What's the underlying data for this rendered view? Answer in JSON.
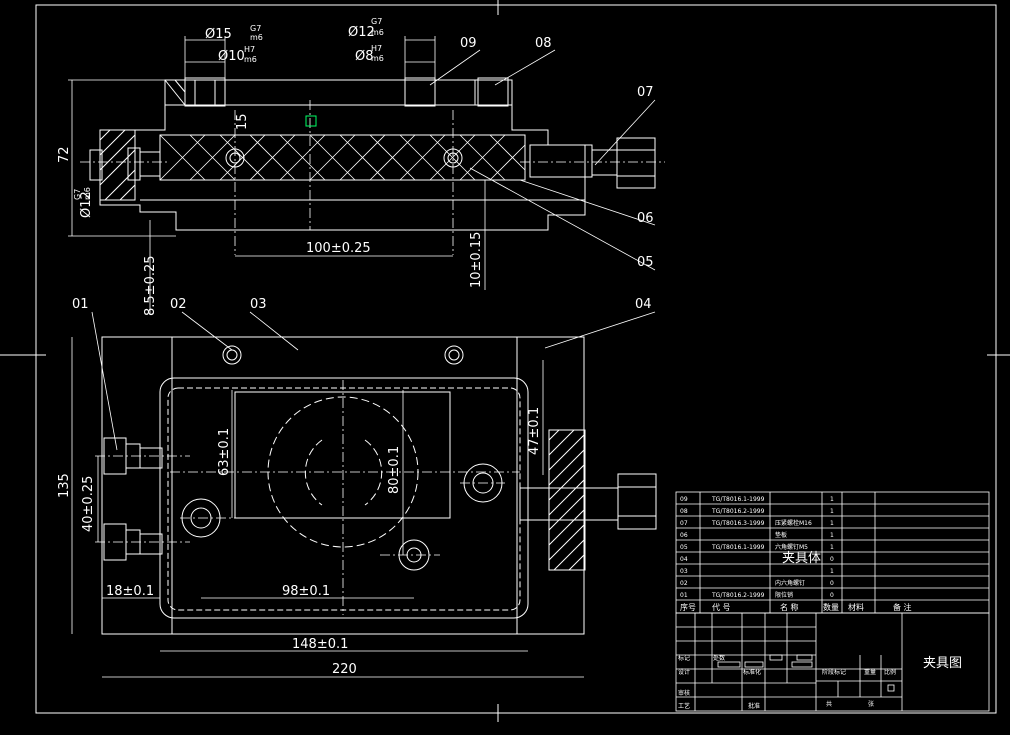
{
  "drawing": {
    "title": "夹具图",
    "big_label": "夹具体"
  },
  "callouts": [
    "01",
    "02",
    "03",
    "04",
    "05",
    "06",
    "07",
    "08",
    "09"
  ],
  "dimensions": {
    "d_15": "Ø15",
    "d_15_tol_top": "G7",
    "d_15_tol_bot": "m6",
    "d_10": "Ø10",
    "d_10_tol_top": "H7",
    "d_10_tol_bot": "m6",
    "d_12": "Ø12",
    "d_12_tol_top": "G7",
    "d_12_tol_bot": "m6",
    "d_8": "Ø8",
    "d_8_tol_top": "H7",
    "d_8_tol_bot": "m6",
    "d_12_side": "Ø12",
    "d_12_side_tol_top": "G7",
    "d_12_side_tol_bot": "m6",
    "h72": "72",
    "h15": "15",
    "w100": "100±0.25",
    "v10": "10±0.15",
    "v8_5": "8.5±0.25",
    "h135": "135",
    "v40": "40±0.25",
    "v63": "63±0.1",
    "v80": "80±0.1",
    "v47": "47±0.1",
    "w18": "18±0.1",
    "w98": "98±0.1",
    "w148": "148±0.1",
    "w220": "220"
  },
  "bom": {
    "rows": [
      {
        "no": "09",
        "code": "TG/T8016.1-1999",
        "name": "",
        "qty": "1"
      },
      {
        "no": "08",
        "code": "TG/T8016.2-1999",
        "name": "",
        "qty": "1"
      },
      {
        "no": "07",
        "code": "TG/T8016.3-1999",
        "name": "压紧螺栓M16",
        "qty": "1"
      },
      {
        "no": "06",
        "code": "",
        "name": "垫板",
        "qty": "1"
      },
      {
        "no": "05",
        "code": "TG/T8016.1-1999",
        "name": "六角螺钉M5",
        "qty": "1"
      },
      {
        "no": "04",
        "code": "",
        "name": "",
        "qty": "0"
      },
      {
        "no": "03",
        "code": "",
        "name": "",
        "qty": "1"
      },
      {
        "no": "02",
        "code": "",
        "name": "内六角螺钉",
        "qty": "0"
      },
      {
        "no": "01",
        "code": "TG/T8016.2-1999",
        "name": "限位销",
        "qty": "0"
      }
    ],
    "headers": {
      "no": "序号",
      "code": "代 号",
      "name": "名 称",
      "qty": "数量",
      "material": "材料",
      "remark": "备 注"
    }
  },
  "title_block": {
    "biaoji": "标记",
    "chuke": "处数",
    "sheji": "设计",
    "biaozhunhua": "标准化",
    "jieduan": "阶段标记",
    "zhongliang": "重量",
    "bili": "比例",
    "shenhe": "审核",
    "gongyi": "工艺",
    "pizhun": "批准",
    "gong": "共",
    "zhang": "张"
  },
  "colors": {
    "line": "#ffffff",
    "center": "#ffffff",
    "highlight": "#00ff66"
  }
}
